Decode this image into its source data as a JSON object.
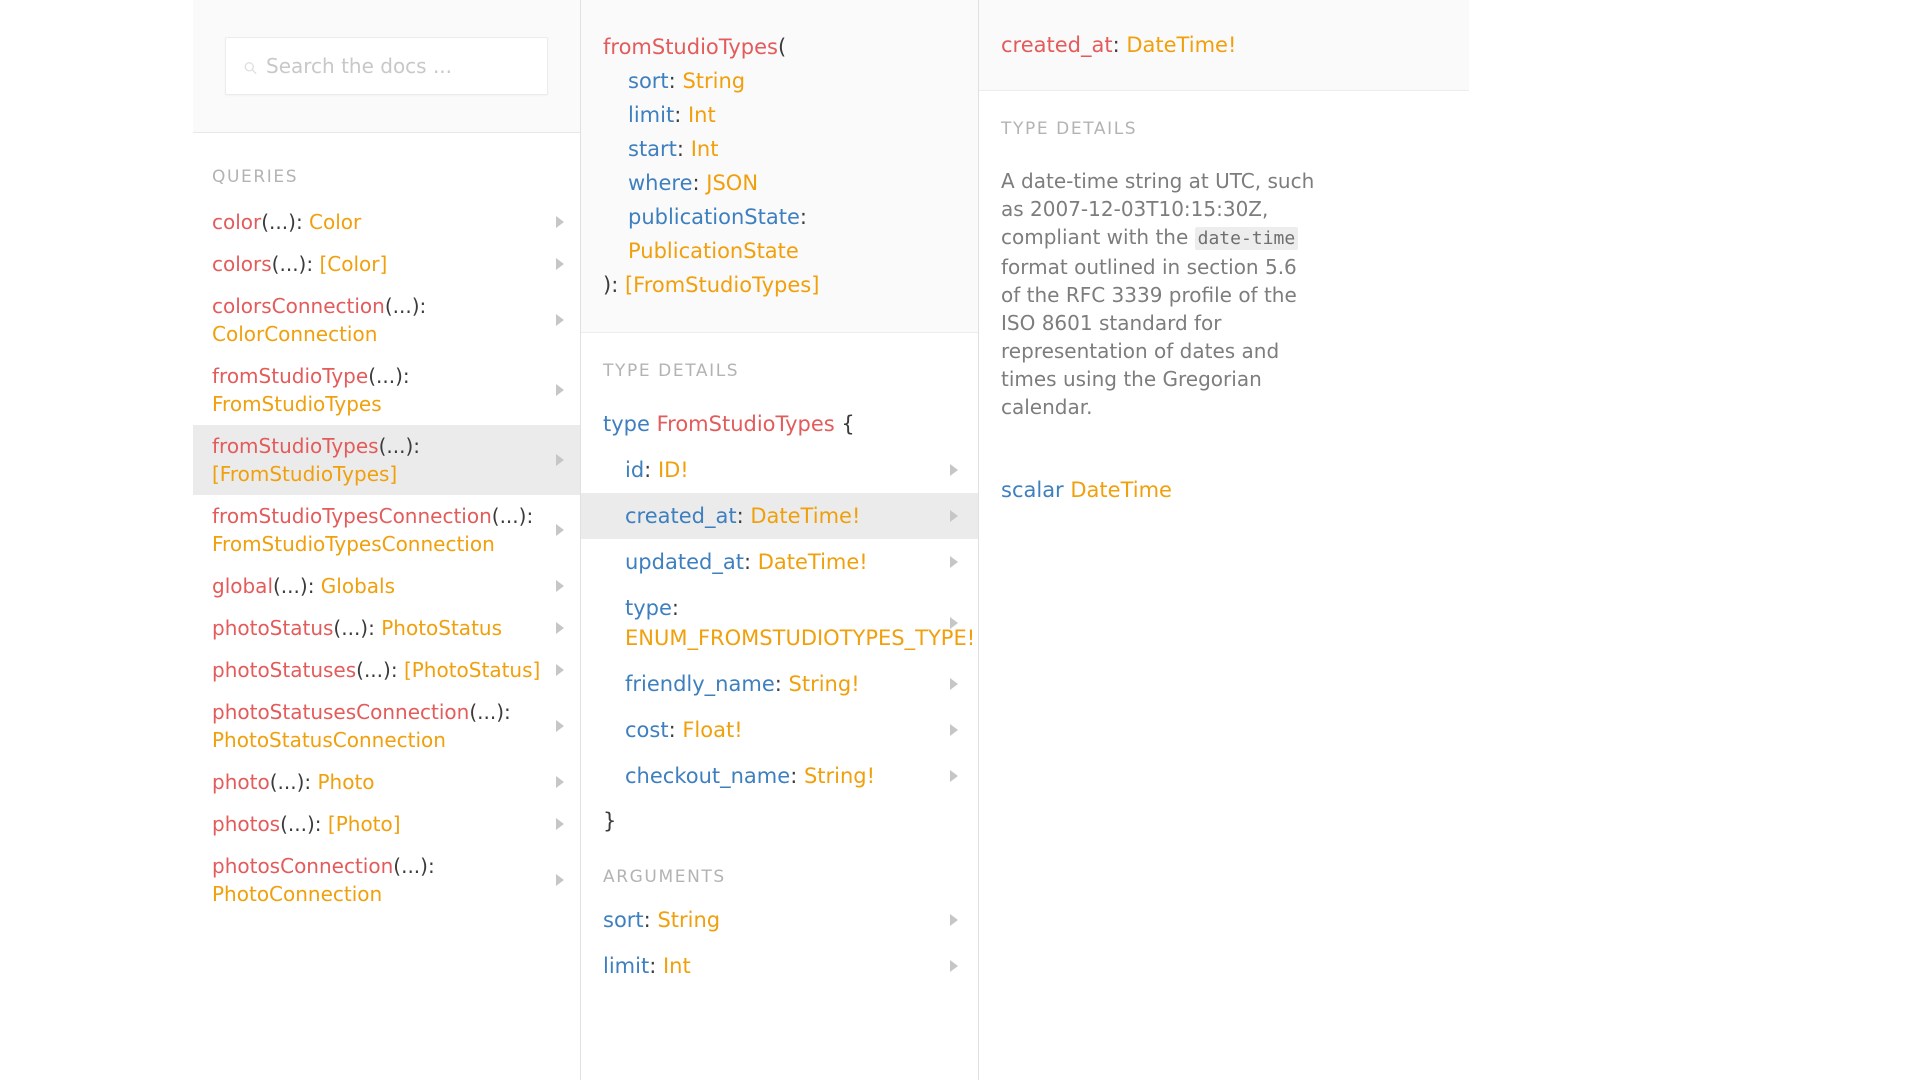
{
  "search": {
    "placeholder": "Search the docs ...",
    "value": "",
    "icon": "search-icon"
  },
  "queries_column": {
    "heading": "QUERIES",
    "items": [
      {
        "name": "color",
        "args": "(...)",
        "sep": ": ",
        "type": "Color",
        "active": false
      },
      {
        "name": "colors",
        "args": "(...)",
        "sep": ": ",
        "type": "[Color]",
        "active": false
      },
      {
        "name": "colorsConnection",
        "args": "(...)",
        "sep": ": ",
        "type": "ColorConnection",
        "active": false
      },
      {
        "name": "fromStudioType",
        "args": "(...)",
        "sep": ": ",
        "type": "FromStudioTypes",
        "active": false
      },
      {
        "name": "fromStudioTypes",
        "args": "(...)",
        "sep": ": ",
        "type": "[FromStudioTypes]",
        "active": true
      },
      {
        "name": "fromStudioTypesConnection",
        "args": "(...)",
        "sep": ": ",
        "type": "FromStudioTypesConnection",
        "active": false
      },
      {
        "name": "global",
        "args": "(...)",
        "sep": ": ",
        "type": "Globals",
        "active": false
      },
      {
        "name": "photoStatus",
        "args": "(...)",
        "sep": ": ",
        "type": "PhotoStatus",
        "active": false
      },
      {
        "name": "photoStatuses",
        "args": "(...)",
        "sep": ": ",
        "type": "[PhotoStatus]",
        "active": false
      },
      {
        "name": "photoStatusesConnection",
        "args": "(...)",
        "sep": ": ",
        "type": "PhotoStatusConnection",
        "active": false
      },
      {
        "name": "photo",
        "args": "(...)",
        "sep": ": ",
        "type": "Photo",
        "active": false
      },
      {
        "name": "photos",
        "args": "(...)",
        "sep": ": ",
        "type": "[Photo]",
        "active": false
      },
      {
        "name": "photosConnection",
        "args": "(...)",
        "sep": ": ",
        "type": "PhotoConnection",
        "active": false
      }
    ]
  },
  "type_column": {
    "signature": {
      "name": "fromStudioTypes",
      "open_paren": "(",
      "args": [
        {
          "name": "sort",
          "type": "String"
        },
        {
          "name": "limit",
          "type": "Int"
        },
        {
          "name": "start",
          "type": "Int"
        },
        {
          "name": "where",
          "type": "JSON"
        },
        {
          "name": "publicationState",
          "type": "PublicationState"
        }
      ],
      "close": "): ",
      "return_type": "[FromStudioTypes]"
    },
    "type_details_heading": "TYPE DETAILS",
    "declaration": {
      "keyword": "type",
      "name": "FromStudioTypes",
      "brace_open": "{",
      "brace_close": "}"
    },
    "fields": [
      {
        "name": "id",
        "type": "ID!",
        "active": false
      },
      {
        "name": "created_at",
        "type": "DateTime!",
        "active": true
      },
      {
        "name": "updated_at",
        "type": "DateTime!",
        "active": false
      },
      {
        "name": "type",
        "type": "ENUM_FROMSTUDIOTYPES_TYPE!",
        "active": false,
        "wrap": true
      },
      {
        "name": "friendly_name",
        "type": "String!",
        "active": false
      },
      {
        "name": "cost",
        "type": "Float!",
        "active": false
      },
      {
        "name": "checkout_name",
        "type": "String!",
        "active": false
      }
    ],
    "arguments_heading": "ARGUMENTS",
    "arguments": [
      {
        "name": "sort",
        "type": "String"
      },
      {
        "name": "limit",
        "type": "Int"
      }
    ]
  },
  "scalar_column": {
    "header": {
      "name": "created_at",
      "sep": ": ",
      "type": "DateTime!"
    },
    "type_details_heading": "TYPE DETAILS",
    "description_parts": [
      {
        "kind": "text",
        "value": "A date-time string at UTC, such as 2007-12-03T10:15:30Z, compliant with the "
      },
      {
        "kind": "code",
        "value": "date-time"
      },
      {
        "kind": "text",
        "value": " format outlined in section 5.6 of the RFC 3339 profile of the ISO 8601 standard for representation of dates and times using the Gregorian calendar."
      }
    ],
    "declaration": {
      "keyword": "scalar",
      "name": "DateTime"
    }
  },
  "colors": {
    "field": "#e35b5b",
    "type": "#f0a00c",
    "arg": "#3e7fbf",
    "punct": "#3b3b3b",
    "muted": "#b3b3b3",
    "active_row": "#ebebeb",
    "panel": "#fafafa"
  }
}
